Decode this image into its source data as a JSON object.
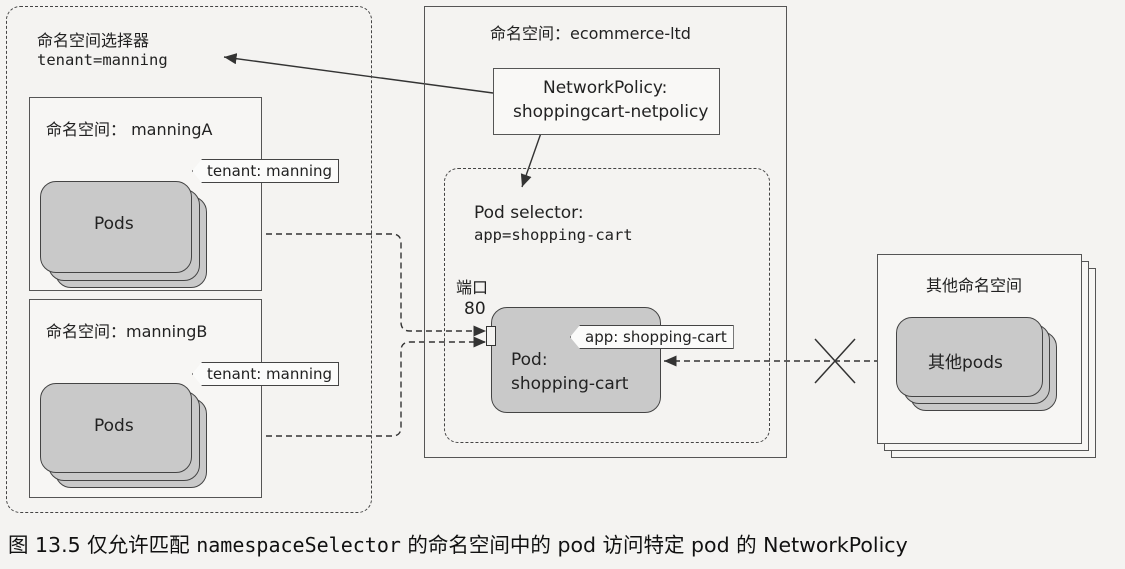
{
  "left_group": {
    "selector_title": "命名空间选择器",
    "selector_value": "tenant=manning",
    "ns_a": {
      "title": "命名空间： manningA",
      "tag": "tenant: manning",
      "pods": "Pods"
    },
    "ns_b": {
      "title": "命名空间：manningB",
      "tag": "tenant: manning",
      "pods": "Pods"
    }
  },
  "center_group": {
    "title": "命名空间：ecommerce-ltd",
    "policy_line1": "NetworkPolicy:",
    "policy_line2": "shoppingcart-netpolicy",
    "selector_title": "Pod selector:",
    "selector_value": "app=shopping-cart",
    "port_label": "端口",
    "port_value": "80",
    "pod_tag": "app: shopping-cart",
    "pod_line1": "Pod:",
    "pod_line2": "shopping-cart"
  },
  "right_group": {
    "title": "其他命名空间",
    "pods": "其他pods"
  },
  "caption": {
    "prefix": "图 13.5   仅允许匹配 ",
    "code": "namespaceSelector",
    "suffix": " 的命名空间中的 pod 访问特定 pod 的 NetworkPolicy"
  }
}
